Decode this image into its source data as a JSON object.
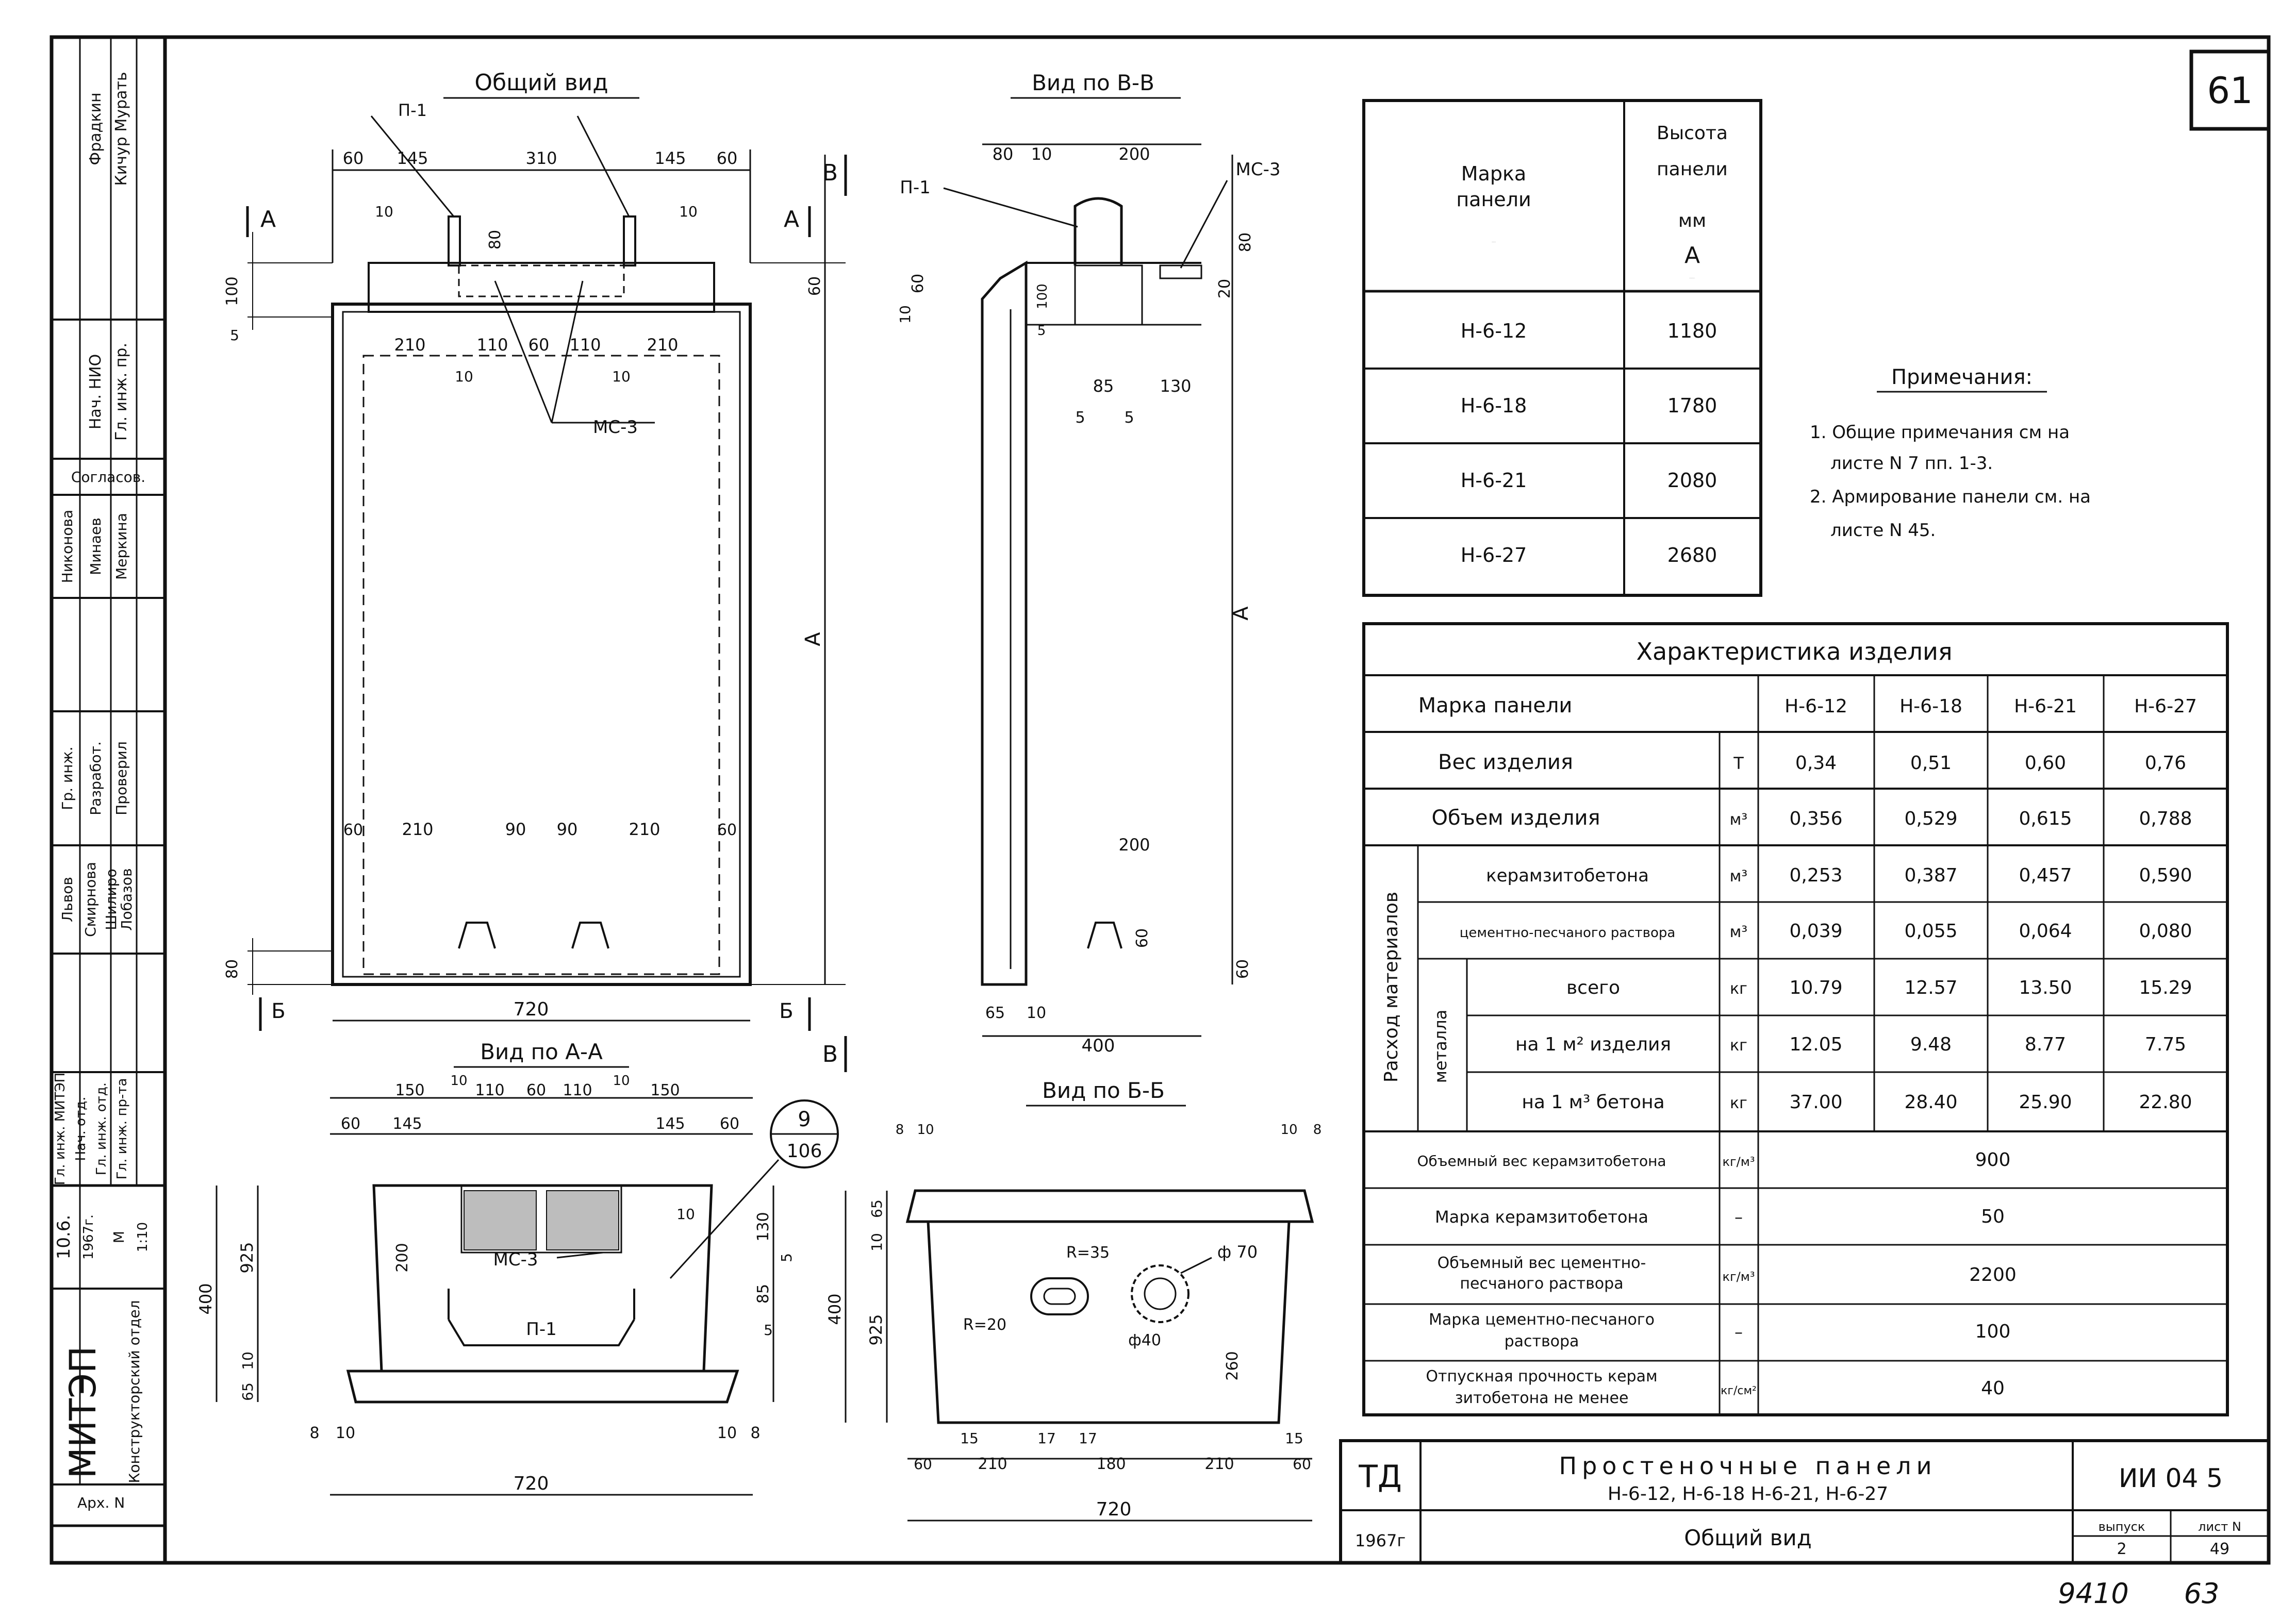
{
  "sheet_number": "61",
  "titles": {
    "general_view": "Общий вид",
    "view_bb_top": "Вид по В-В",
    "view_aa": "Вид по А-А",
    "view_bb_bottom": "Вид по Б-Б"
  },
  "labels": {
    "p1": "П-1",
    "mc3": "МС-3",
    "A": "А",
    "B_v": "В",
    "B_b": "Б",
    "callout_top": "9",
    "callout_bottom": "106",
    "r35": "R=35",
    "r20": "R=20",
    "phi70": "ф 70",
    "phi40": "ф40"
  },
  "dims_general": {
    "top": [
      "60",
      "145",
      "310",
      "145",
      "60"
    ],
    "inner": [
      "210",
      "110",
      "60",
      "110",
      "210"
    ],
    "small10": "10",
    "lower": [
      "210",
      "90",
      "90",
      "210"
    ],
    "side60": "60",
    "v100": "100",
    "v80": "80",
    "v5": "5",
    "bottom80": "80",
    "width720": "720"
  },
  "dims_vv": {
    "top": [
      "80",
      "10",
      "200"
    ],
    "v80": "80",
    "v20": "20",
    "v60": "60",
    "v10": "10",
    "v100": "100",
    "v5": "5",
    "h85": "85",
    "h130": "130",
    "h5a": "5",
    "h5b": "5",
    "h200": "200",
    "h65": "65",
    "h10": "10",
    "h400": "400"
  },
  "dims_aa": {
    "top1": [
      "150",
      "10",
      "110",
      "60",
      "110",
      "10",
      "150"
    ],
    "top2": [
      "60",
      "145",
      "145",
      "60"
    ],
    "v925": "925",
    "v400": "400",
    "v200": "200",
    "v10": "10",
    "v65": "65",
    "v130": "130",
    "v5a": "5",
    "v85": "85",
    "v5b": "5",
    "b8a": "8",
    "b10a": "10",
    "b10b": "10",
    "b8b": "8",
    "width720": "720"
  },
  "dims_bb": {
    "top": [
      "8",
      "10",
      "10",
      "8"
    ],
    "v65": "65",
    "v10": "10",
    "v400": "400",
    "v925": "925",
    "v260": "260",
    "bottom": [
      "60",
      "15",
      "210",
      "17",
      "180",
      "17",
      "210",
      "15",
      "60"
    ],
    "width720": "720"
  },
  "height_table": {
    "header": [
      "Марка панели",
      "Высота панели мм А"
    ],
    "rows": [
      [
        "Н-6-12",
        "1180"
      ],
      [
        "Н-6-18",
        "1780"
      ],
      [
        "Н-6-21",
        "2080"
      ],
      [
        "Н-6-27",
        "2680"
      ]
    ]
  },
  "notes": {
    "title": "Примечания:",
    "lines": [
      "1. Общие примечания см на",
      "листе N 7  пп. 1-3.",
      "2. Армирование панели см. на",
      "листе N 45."
    ]
  },
  "char_table": {
    "title": "Характеристика изделия",
    "mark_label": "Марка панели",
    "marks": [
      "Н-6-12",
      "Н-6-18",
      "Н-6-21",
      "Н-6-27"
    ],
    "weight": {
      "label": "Вес изделия",
      "unit": "Т",
      "values": [
        "0,34",
        "0,51",
        "0,60",
        "0,76"
      ]
    },
    "volume": {
      "label": "Объем изделия",
      "unit": "м³",
      "values": [
        "0,356",
        "0,529",
        "0,615",
        "0,788"
      ]
    },
    "consumption_label": "Расход материалов",
    "keramzit": {
      "label": "керамзитобетона",
      "unit": "м³",
      "values": [
        "0,253",
        "0,387",
        "0,457",
        "0,590"
      ]
    },
    "cement": {
      "label": "цементно-песчаного раствора",
      "unit": "м³",
      "values": [
        "0,039",
        "0,055",
        "0,064",
        "0,080"
      ]
    },
    "metal_label": "металла",
    "metal_total": {
      "label": "всего",
      "unit": "кг",
      "values": [
        "10.79",
        "12.57",
        "13.50",
        "15.29"
      ]
    },
    "metal_m2": {
      "label": "на 1 м² изделия",
      "unit": "кг",
      "values": [
        "12.05",
        "9.48",
        "8.77",
        "7.75"
      ]
    },
    "metal_m3": {
      "label": "на 1 м³ бетона",
      "unit": "кг",
      "values": [
        "37.00",
        "28.40",
        "25.90",
        "22.80"
      ]
    },
    "bulk_keramzit": {
      "label": "Объемный вес керамзитобетона",
      "unit": "кг/м³",
      "value": "900"
    },
    "grade_keramzit": {
      "label": "Марка керамзитобетона",
      "unit": "–",
      "value": "50"
    },
    "bulk_cement": {
      "label1": "Объемный вес цементно-",
      "label2": "песчаного раствора",
      "unit": "кг/м³",
      "value": "2200"
    },
    "grade_cement": {
      "label1": "Марка цементно-песчаного",
      "label2": "раствора",
      "unit": "–",
      "value": "100"
    },
    "strength": {
      "label1": "Отпускная прочность керам",
      "label2": "зитобетона не менее",
      "unit": "кг/см²",
      "value": "40"
    }
  },
  "title_block": {
    "org_code": "ТД",
    "year": "1967г",
    "title1": "Простеночные панели",
    "title2": "Н-6-12, Н-6-18  Н-6-21, Н-6-27",
    "subtitle": "Общий вид",
    "doc_code": "ИИ 04 5",
    "vypusk_label": "выпуск",
    "vypusk": "2",
    "list_label": "лист N",
    "list": "49"
  },
  "stamp": {
    "roles_top": [
      "Фрадкин",
      "Кичур Мурать"
    ],
    "chief": [
      "Нач. НИО",
      "Гл. инж. пр."
    ],
    "agreed": "Согласов.",
    "agreed_names": [
      "Никонова",
      "Минаев",
      "Меркина"
    ],
    "dev": [
      "Гр. инж.",
      "Разработ.",
      "Проверил"
    ],
    "dev_names": [
      "Львов",
      "Смирнова",
      "Шилиро",
      "Лобазов"
    ],
    "bottom_roles": [
      "Гл. инж. МИТЭП",
      "Нач. отд.",
      "Гл. инж. отд.",
      "Гл. инж. пр-та"
    ],
    "date": "10.6.",
    "date_year": "1967г.",
    "scale_label": "М",
    "scale": "1:10",
    "org": "МИТЭП",
    "dept": "Конструкторский отдел",
    "arch": "Арх. N"
  },
  "footer_numbers": [
    "9410",
    "63"
  ]
}
